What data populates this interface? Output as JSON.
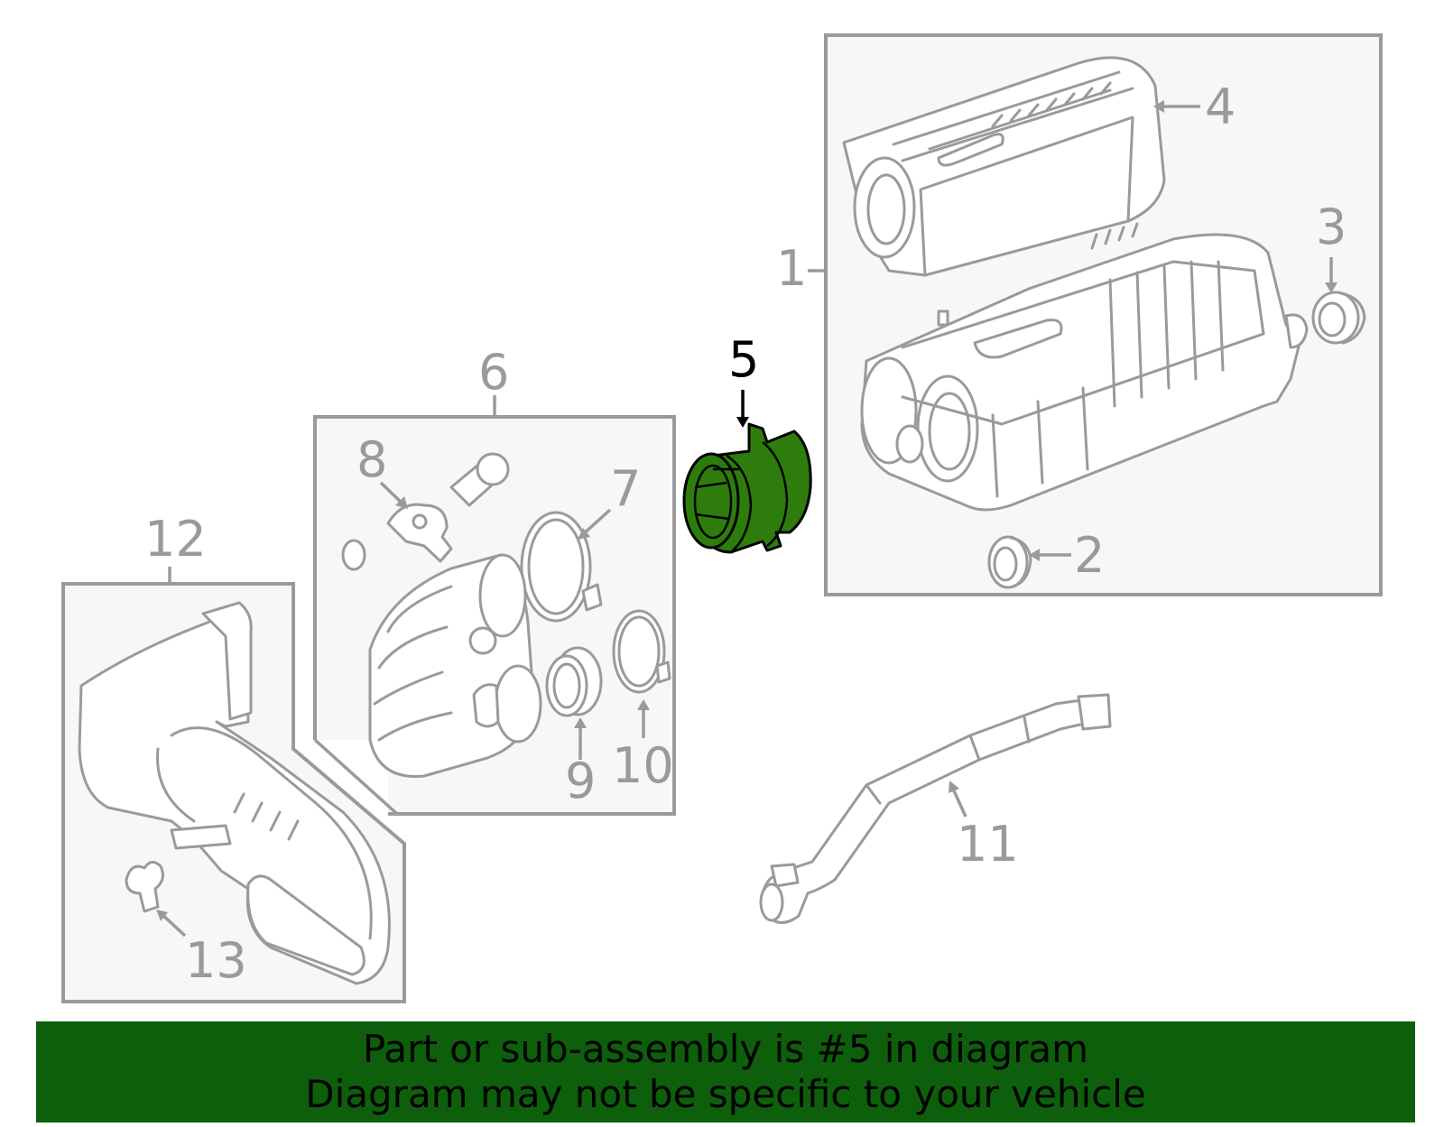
{
  "callouts": {
    "c1": "1",
    "c2": "2",
    "c3": "3",
    "c4": "4",
    "c5": "5",
    "c6": "6",
    "c7": "7",
    "c8": "8",
    "c9": "9",
    "c10": "10",
    "c11": "11",
    "c12": "12",
    "c13": "13"
  },
  "highlighted_part": "5",
  "footer": {
    "line1": "Part or sub-assembly is #5 in diagram",
    "line2": "Diagram may not be specific to your vehicle"
  },
  "colors": {
    "highlight": "#2e7d0c",
    "footer_bg": "#0d5f0b",
    "line_gray": "#9a9a9a",
    "box_fill": "#f7f7f7"
  },
  "icons": {
    "part-1": "air-cleaner-housing",
    "part-2": "grommet",
    "part-3": "grommet",
    "part-4": "air-filter-cover",
    "part-5": "mass-air-flow-sensor",
    "part-6": "outlet-duct-assembly",
    "part-7": "hose-clamp",
    "part-8": "sensor-bracket",
    "part-9": "seal",
    "part-10": "hose-clamp",
    "part-11": "vent-hose",
    "part-12": "inlet-duct-assembly",
    "part-13": "push-clip"
  }
}
